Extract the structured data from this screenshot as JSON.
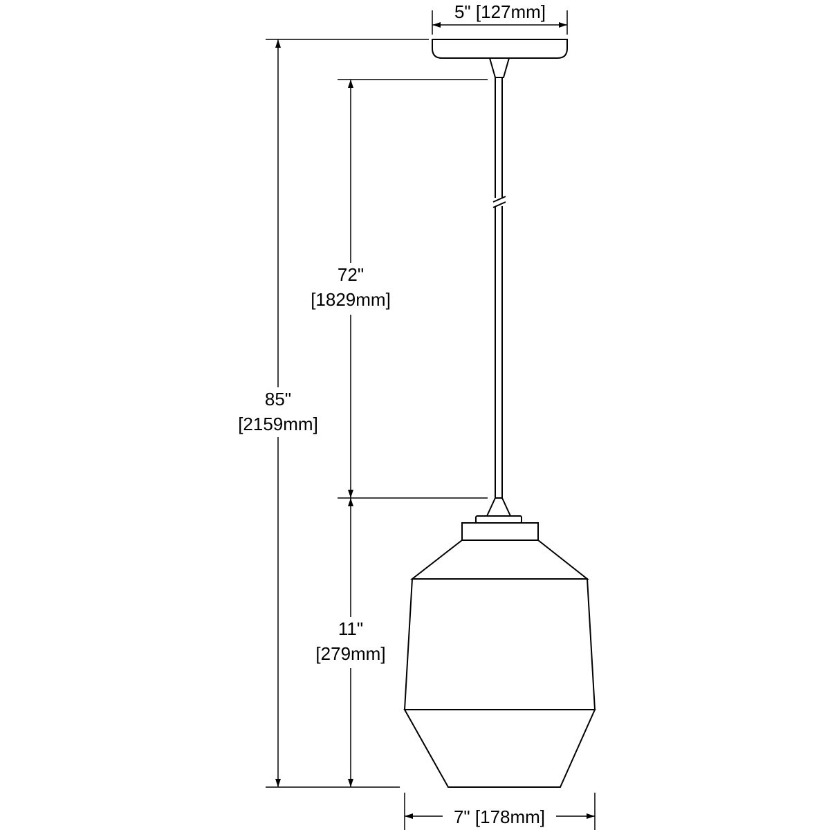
{
  "dimensions": {
    "canopy_width": {
      "label": "5\" [127mm]"
    },
    "cord_length": {
      "inches": "72\"",
      "mm": "[1829mm]"
    },
    "overall_height": {
      "inches": "85\"",
      "mm": "[2159mm]"
    },
    "shade_height": {
      "inches": "11\"",
      "mm": "[279mm]"
    },
    "shade_width": {
      "label": "7\" [178mm]"
    }
  },
  "colors": {
    "line": "#000000",
    "background": "#ffffff"
  }
}
